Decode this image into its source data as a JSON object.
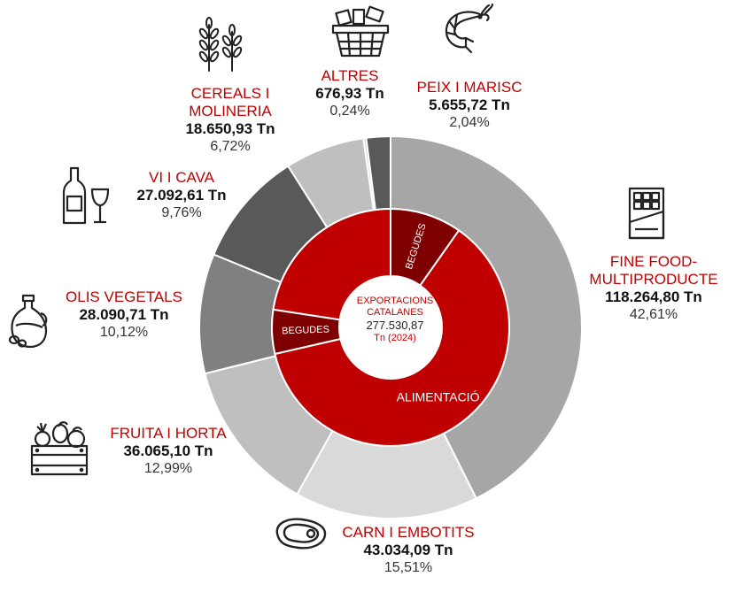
{
  "chart_data": {
    "type": "pie",
    "center": {
      "line1": "EXPORTACIONS\nCATALANES",
      "line2": "277.530,87",
      "line3": "Tn (2024)"
    },
    "outer": [
      {
        "name": "FINE FOOD-\nMULTIPRODUCTE",
        "tn": "118.264,80 Tn",
        "pct": "42,61%",
        "value": 42.61,
        "color": "#a6a6a6"
      },
      {
        "name": "CARN I EMBOTITS",
        "tn": "43.034,09 Tn",
        "pct": "15,51%",
        "value": 15.51,
        "color": "#d9d9d9"
      },
      {
        "name": "FRUITA I HORTA",
        "tn": "36.065,10 Tn",
        "pct": "12,99%",
        "value": 12.99,
        "color": "#bfbfbf"
      },
      {
        "name": "OLIS VEGETALS",
        "tn": "28.090,71 Tn",
        "pct": "10,12%",
        "value": 10.12,
        "color": "#808080"
      },
      {
        "name": "VI I CAVA",
        "tn": "27.092,61 Tn",
        "pct": "9,76%",
        "value": 9.76,
        "color": "#595959"
      },
      {
        "name": "CEREALS I\nMOLINERIA",
        "tn": "18.650,93 Tn",
        "pct": "6,72%",
        "value": 6.72,
        "color": "#bfbfbf"
      },
      {
        "name": "ALTRES",
        "tn": "676,93 Tn",
        "pct": "0,24%",
        "value": 0.24,
        "color": "#d9d9d9"
      },
      {
        "name": "PEIX I MARISC",
        "tn": "5.655,72 Tn",
        "pct": "2,04%",
        "value": 2.04,
        "color": "#595959"
      }
    ],
    "inner": [
      {
        "name": "BEGUDES",
        "value": 9.76,
        "color": "#7f0000"
      },
      {
        "name": "ALIMENTACIÓ",
        "value": 61.65,
        "color": "#c00000"
      },
      {
        "name": "BEGUDES",
        "value": 6.0,
        "color": "#7f0000"
      },
      {
        "name": "",
        "value": 22.59,
        "color": "#c00000"
      }
    ]
  },
  "icons": [
    "wheat-icon",
    "basket-icon",
    "shrimp-icon",
    "wine-icon",
    "chocolate-icon",
    "oil-icon",
    "vegetables-crate-icon",
    "steak-icon"
  ]
}
